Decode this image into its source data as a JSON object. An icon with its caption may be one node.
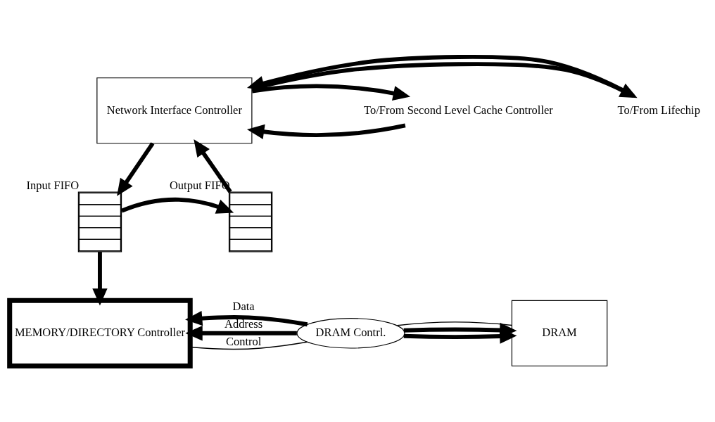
{
  "diagram": {
    "nodes": [
      {
        "text": [
          "Network Interface Controller"
        ]
      },
      {
        "text": [],
        "shape": "box",
        "beside": [
          "Input FIFO"
        ]
      },
      {
        "text": [],
        "shape": "box",
        "beside": [
          "Output FIFO"
        ]
      },
      {
        "text": [
          "MEMORY/DIRECTORY Controller"
        ]
      },
      {
        "text": [
          "DRAM Contrl."
        ]
      },
      {
        "text": [
          "DRAM"
        ]
      },
      {
        "text": [
          "To/From Lifechip"
        ]
      },
      {
        "text": [
          "To/From Second Level Cache Controller"
        ]
      }
    ],
    "edges": [
      {
        "from": 0,
        "to": 6,
        "arrow": "to"
      },
      {
        "from": 6,
        "to": 0,
        "arrow": "to"
      },
      {
        "from": 7,
        "to": 0,
        "arrow": "to"
      },
      {
        "from": 0,
        "to": 7,
        "arrow": "to"
      },
      {
        "from": 0,
        "to": 1,
        "arrow": "to"
      },
      {
        "from": 2,
        "to": 0,
        "arrow": "to"
      },
      {
        "from": 1,
        "to": 3,
        "arrow": "to"
      },
      {
        "from": 1,
        "to": 2,
        "arrow": "to"
      },
      {
        "from": 4,
        "to": 3,
        "label": "Data",
        "arrow": "to"
      },
      {
        "from": 4,
        "to": 5,
        "arrow": "to"
      },
      {
        "from": 4,
        "to": 3,
        "label": "Address",
        "arrow": "to"
      },
      {
        "from": 4,
        "to": 5,
        "arrow": "to"
      },
      {
        "from": 3,
        "to": 4,
        "label": "Control",
        "arrow": "none"
      },
      {
        "from": 4,
        "to": 5,
        "arrow": "none"
      }
    ]
  }
}
